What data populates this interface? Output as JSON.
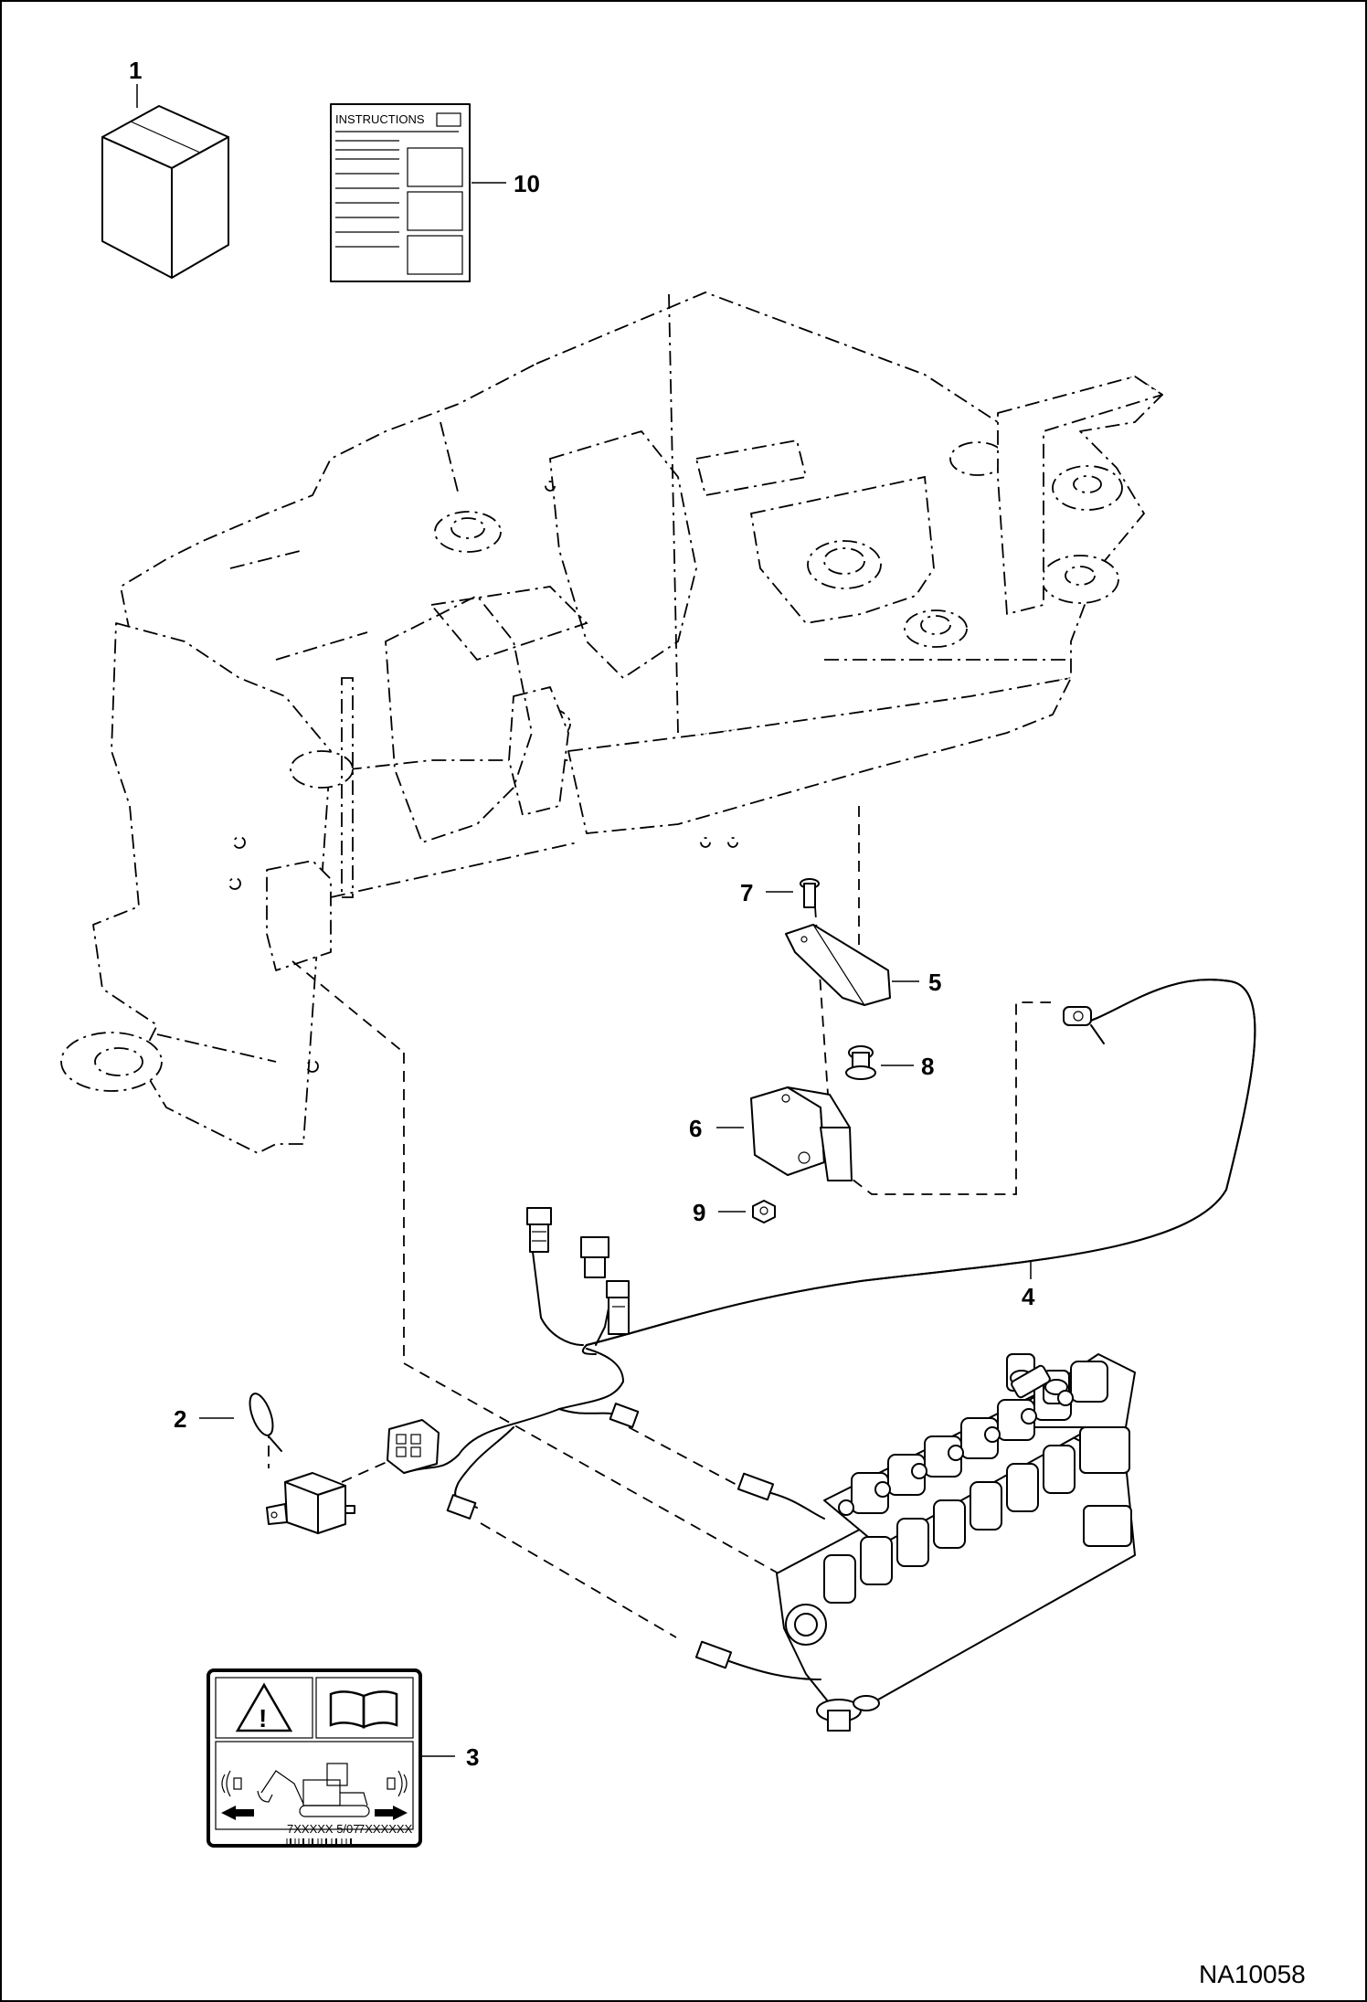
{
  "callouts": {
    "c1": "1",
    "c2": "2",
    "c3": "3",
    "c4": "4",
    "c5": "5",
    "c6": "6",
    "c7": "7",
    "c8": "8",
    "c9": "9",
    "c10": "10"
  },
  "instructions_label": "INSTRUCTIONS",
  "decal_codes": [
    "7XXXXX 5/07",
    "7XXXXXX"
  ],
  "drawing_id": "NA10058"
}
